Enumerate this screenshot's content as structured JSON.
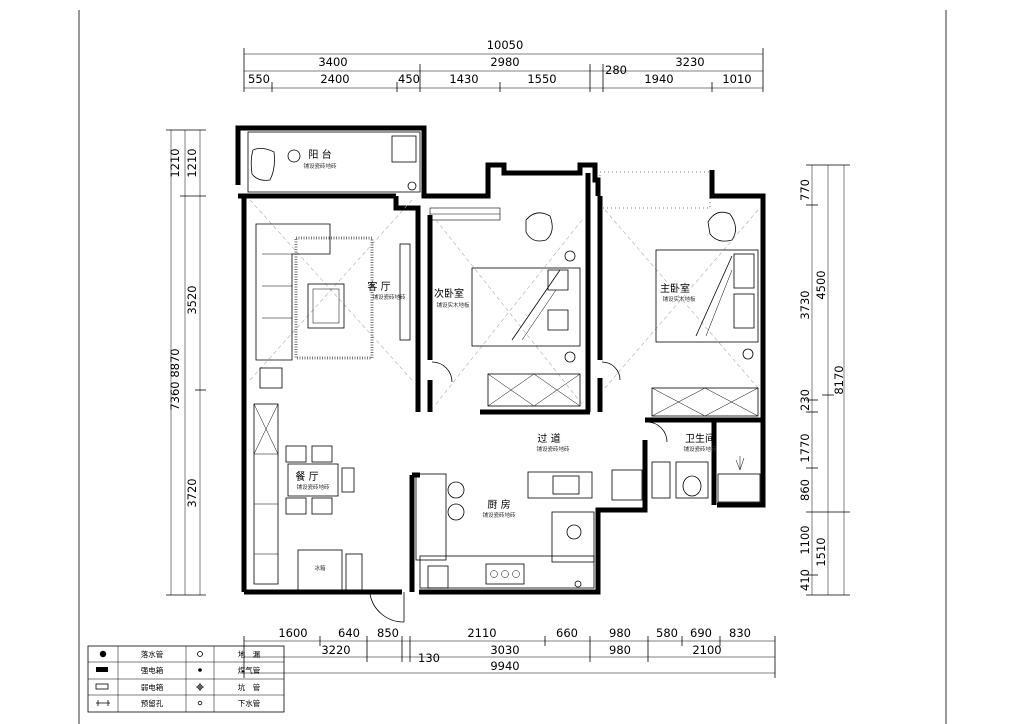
{
  "dimensions": {
    "top_total": "10050",
    "top_row2": [
      "3400",
      "2980",
      "280",
      "3230"
    ],
    "top_row3": [
      "550",
      "2400",
      "450",
      "1430",
      "1550",
      "1940",
      "1010"
    ],
    "left_outer": "8870",
    "left_mid": [
      "1210",
      "7360"
    ],
    "left_inner": [
      "1210",
      "3520",
      "3720"
    ],
    "right_outer": [
      "4500",
      "8170",
      "1510"
    ],
    "right_inner": [
      "770",
      "3730",
      "230",
      "1770",
      "860",
      "1100",
      "410"
    ],
    "bottom_row1": [
      "1600",
      "640",
      "850",
      "2110",
      "660",
      "980",
      "580",
      "690",
      "830"
    ],
    "bottom_row2": [
      "3220",
      "130",
      "3030",
      "980",
      "2100"
    ],
    "bottom_total": "9940"
  },
  "rooms": {
    "balcony": {
      "name": "阳 台",
      "floor": "铺设瓷砖地砖"
    },
    "living": {
      "name": "客 厅",
      "floor": "铺设瓷砖地砖"
    },
    "second_bedroom": {
      "name": "次卧室",
      "floor": "铺设实木地板"
    },
    "master_bedroom": {
      "name": "主卧室",
      "floor": "铺设实木地板"
    },
    "hallway": {
      "name": "过 道",
      "floor": "铺设瓷砖地砖"
    },
    "bathroom": {
      "name": "卫生间",
      "floor": "铺设瓷砖地砖"
    },
    "dining": {
      "name": "餐 厅",
      "floor": "铺设瓷砖地砖"
    },
    "kitchen": {
      "name": "厨 房",
      "floor": "铺设瓷砖地砖"
    }
  },
  "fixture_labels": {
    "washer": "冰箱"
  },
  "legend": {
    "items": [
      {
        "left": "落水管",
        "right": "地　漏"
      },
      {
        "left": "强电箱",
        "right": "煤气管"
      },
      {
        "left": "弱电箱",
        "right": "坑　管"
      },
      {
        "left": "预留孔",
        "right": "下水管"
      }
    ]
  }
}
